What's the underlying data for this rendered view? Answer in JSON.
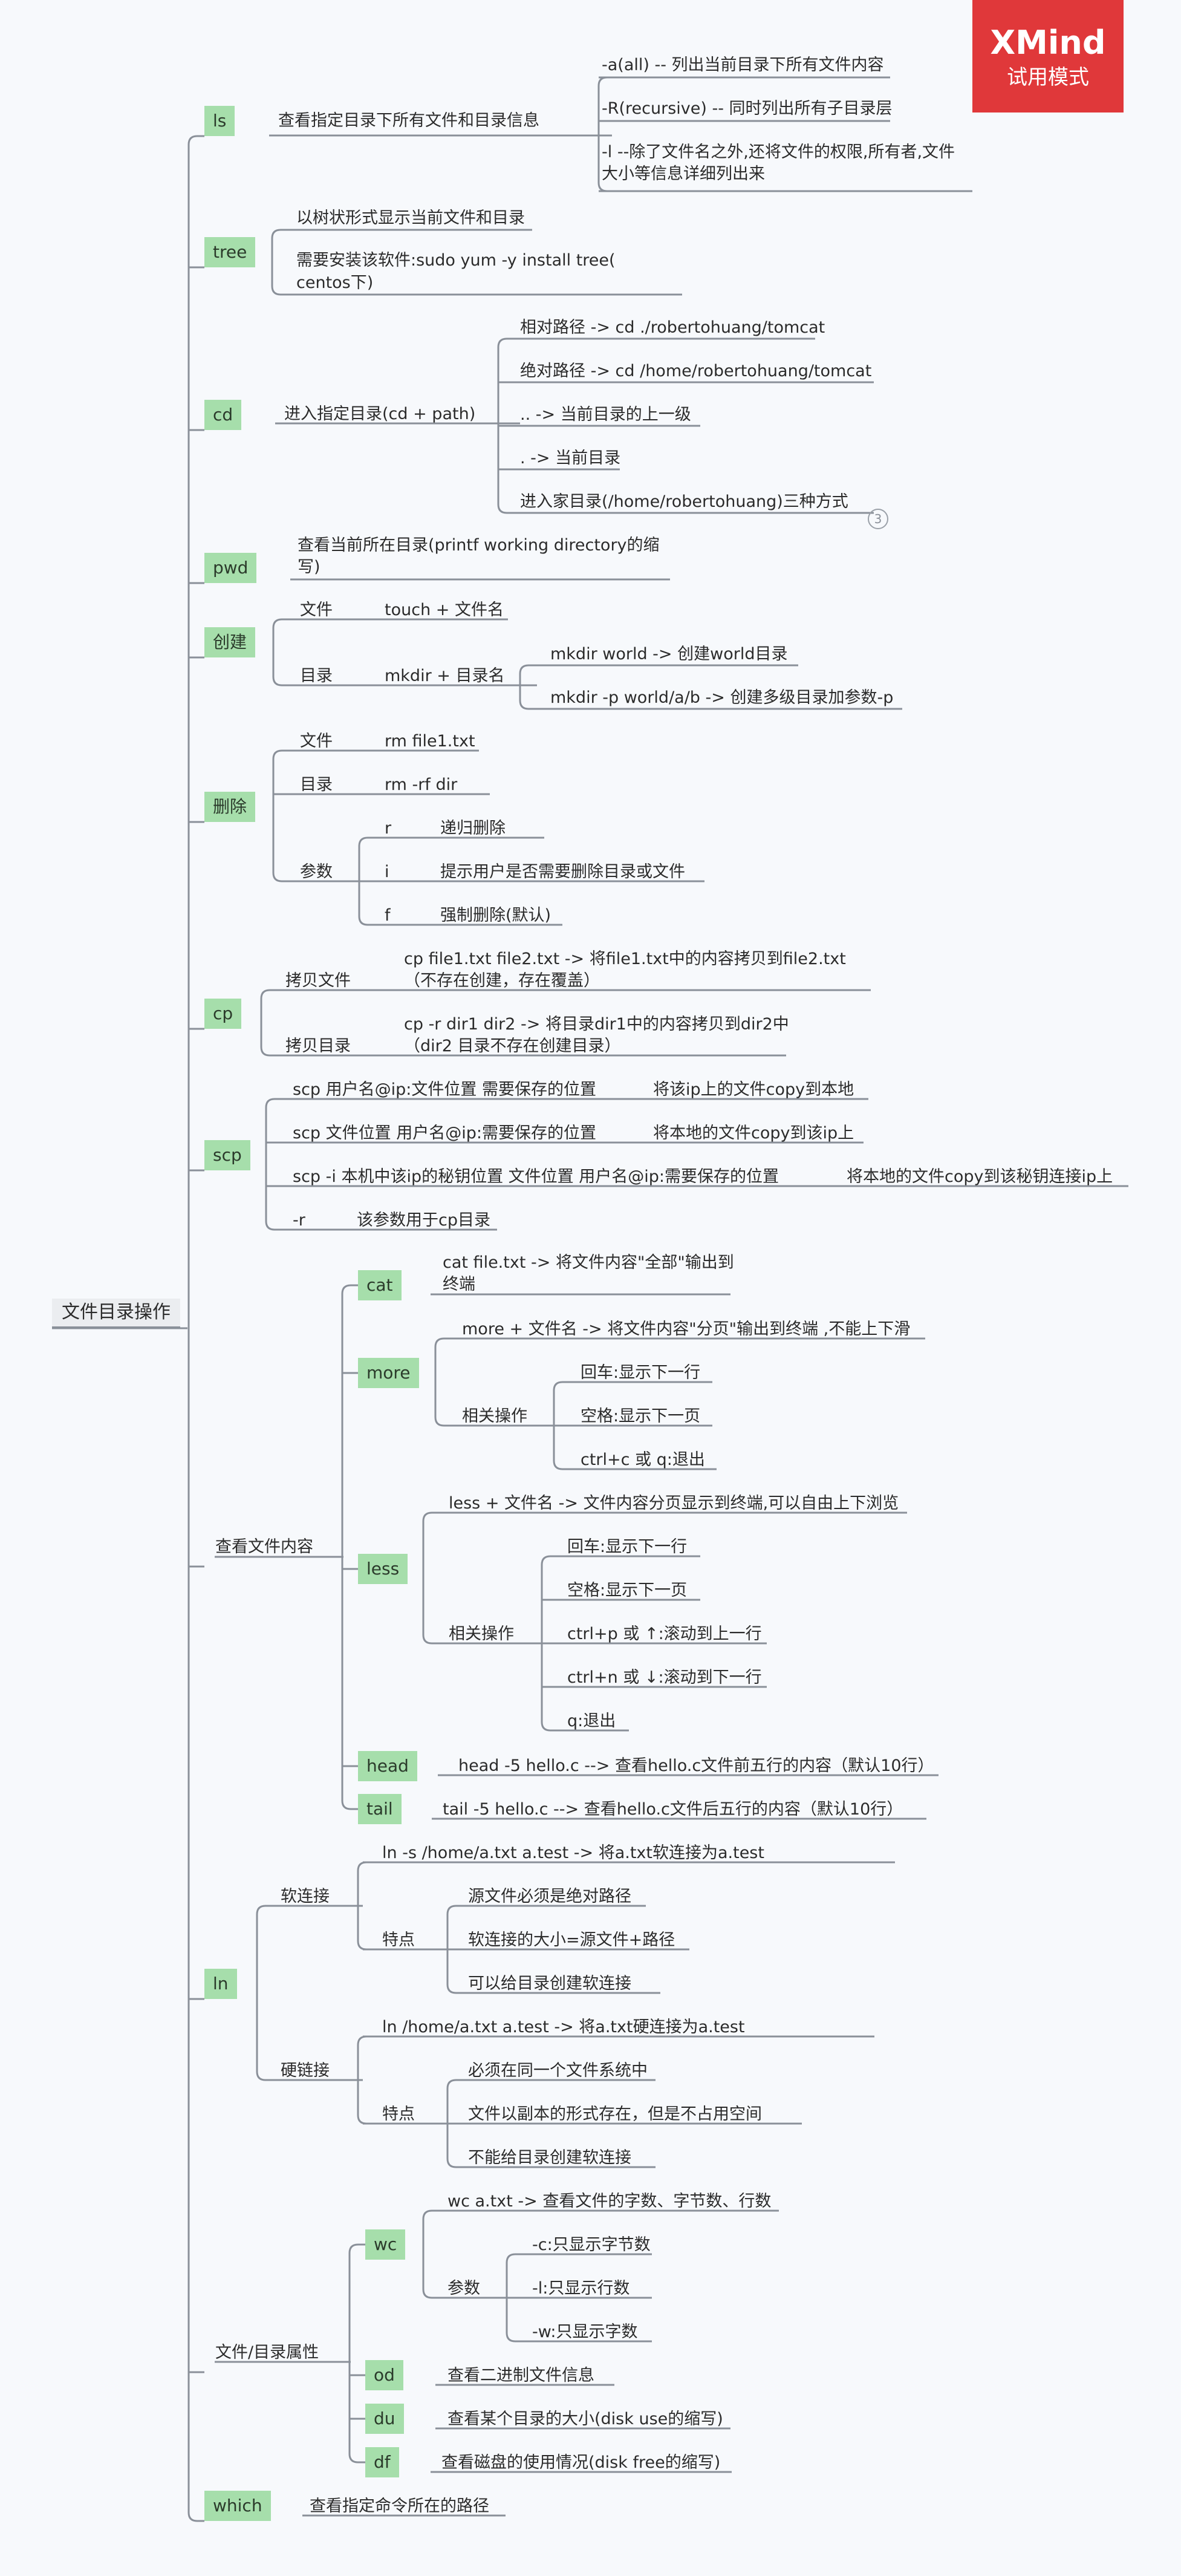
{
  "brand": {
    "title": "XMind",
    "subtitle": "试用模式"
  },
  "root": "文件目录操作",
  "ls": {
    "tag": "ls",
    "desc": "查看指定目录下所有文件和目录信息",
    "a": "-a(all) -- 列出当前目录下所有文件内容",
    "r": "-R(recursive) -- 同时列出所有子目录层",
    "l1": "-l --除了文件名之外,还将文件的权限,所有者,文件",
    "l2": "大小等信息详细列出来"
  },
  "tree": {
    "tag": "tree",
    "desc": "以树状形式显示当前文件和目录",
    "install1": "需要安装该软件:sudo yum -y install tree(",
    "install2": "centos下)"
  },
  "cd": {
    "tag": "cd",
    "desc": "进入指定目录(cd + path)",
    "rel": "相对路径 -> cd ./robertohuang/tomcat",
    "abs": "绝对路径 -> cd /home/robertohuang/tomcat",
    "up": ".. -> 当前目录的上一级",
    "cur": ". -> 当前目录",
    "home": "进入家目录(/home/robertohuang)三种方式",
    "collapsed_count": "3"
  },
  "pwd": {
    "tag": "pwd",
    "desc1": "查看当前所在目录(printf working directory的缩",
    "desc2": "写)"
  },
  "create": {
    "tag": "创建",
    "file": "文件",
    "touch": "touch + 文件名",
    "dir": "目录",
    "mkdir": "mkdir + 目录名",
    "mk1": "mkdir world -> 创建world目录",
    "mk2": "mkdir -p world/a/b -> 创建多级目录加参数-p"
  },
  "delete": {
    "tag": "删除",
    "file": "文件",
    "rmfile": "rm file1.txt",
    "dir": "目录",
    "rmdir": "rm -rf dir",
    "param": "参数",
    "r": "r",
    "r_desc": "递归删除",
    "i": "i",
    "i_desc": "提示用户是否需要删除目录或文件",
    "f": "f",
    "f_desc": "强制删除(默认)"
  },
  "cp": {
    "tag": "cp",
    "file": "拷贝文件",
    "file_cmd1": "cp file1.txt file2.txt -> 将file1.txt中的内容拷贝到file2.txt",
    "file_cmd2": "（不存在创建，存在覆盖）",
    "dir": "拷贝目录",
    "dir_cmd1": "cp -r dir1 dir2 -> 将目录dir1中的内容拷贝到dir2中",
    "dir_cmd2": "（dir2 目录不存在创建目录）"
  },
  "scp": {
    "tag": "scp",
    "c1": "scp 用户名@ip:文件位置 需要保存的位置",
    "c1d": "将该ip上的文件copy到本地",
    "c2": "scp 文件位置 用户名@ip:需要保存的位置",
    "c2d": "将本地的文件copy到该ip上",
    "c3": "scp -i 本机中该ip的秘钥位置 文件位置 用户名@ip:需要保存的位置",
    "c3d": "将本地的文件copy到该秘钥连接ip上",
    "r": "-r",
    "rd": "该参数用于cp目录"
  },
  "view": {
    "label": "查看文件内容",
    "cat": {
      "tag": "cat",
      "d1": "cat file.txt -> 将文件内容\"全部\"输出到",
      "d2": "终端"
    },
    "more": {
      "tag": "more",
      "d": "more + 文件名 -> 将文件内容\"分页\"输出到终端 ,不能上下滑",
      "ops": "相关操作",
      "o1": "回车:显示下一行",
      "o2": "空格:显示下一页",
      "o3": "ctrl+c 或 q:退出"
    },
    "less": {
      "tag": "less",
      "d": "less + 文件名 -> 文件内容分页显示到终端,可以自由上下浏览",
      "ops": "相关操作",
      "o1": "回车:显示下一行",
      "o2": "空格:显示下一页",
      "o3": "ctrl+p 或 ↑:滚动到上一行",
      "o4": "ctrl+n 或 ↓:滚动到下一行",
      "o5": "q:退出"
    },
    "head": {
      "tag": "head",
      "d": "head -5 hello.c --> 查看hello.c文件前五行的内容（默认10行）"
    },
    "tail": {
      "tag": "tail",
      "d": "tail -5 hello.c --> 查看hello.c文件后五行的内容（默认10行）"
    }
  },
  "ln": {
    "tag": "ln",
    "soft": "软连接",
    "soft_cmd": "ln -s /home/a.txt a.test -> 将a.txt软连接为a.test",
    "soft_feat": "特点",
    "s1": "源文件必须是绝对路径",
    "s2": "软连接的大小=源文件+路径",
    "s3": "可以给目录创建软连接",
    "hard": "硬链接",
    "hard_cmd": "ln /home/a.txt a.test -> 将a.txt硬连接为a.test",
    "hard_feat": "特点",
    "h1": "必须在同一个文件系统中",
    "h2": "文件以副本的形式存在，但是不占用空间",
    "h3": "不能给目录创建软连接"
  },
  "attr": {
    "label": "文件/目录属性",
    "wc": {
      "tag": "wc",
      "d": "wc a.txt -> 查看文件的字数、字节数、行数",
      "param": "参数",
      "p1": "-c:只显示字节数",
      "p2": "-l:只显示行数",
      "p3": "-w:只显示字数"
    },
    "od": {
      "tag": "od",
      "d": "查看二进制文件信息"
    },
    "du": {
      "tag": "du",
      "d": "查看某个目录的大小(disk use的缩写)"
    },
    "df": {
      "tag": "df",
      "d": "查看磁盘的使用情况(disk free的缩写)"
    }
  },
  "which": {
    "tag": "which",
    "d": "查看指定命令所在的路径"
  }
}
